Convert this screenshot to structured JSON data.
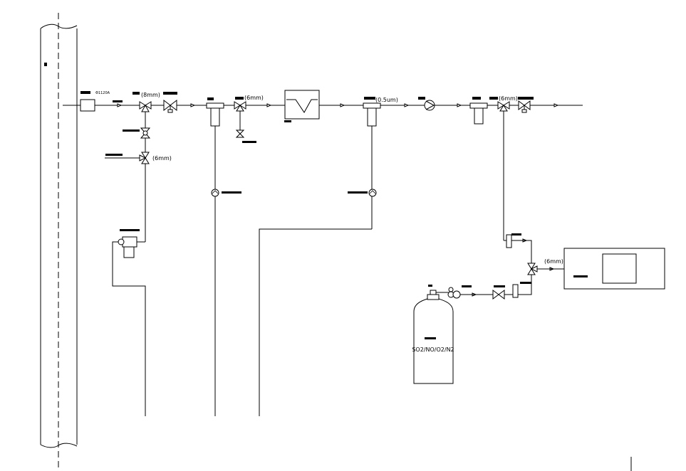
{
  "labels": {
    "stack_spec": "Φ1120A",
    "valve1_spec": "(8mm)",
    "valve2_spec": "(6mm)",
    "valve3_spec": "(6mm)",
    "filter_spec": "(0.5um)",
    "valve4_spec": "(6mm)",
    "valve5_spec": "(6mm)",
    "cylinder_gases": "SO2/NO/O2/N2"
  },
  "colors": {
    "line": "#000000",
    "background": "#ffffff"
  }
}
